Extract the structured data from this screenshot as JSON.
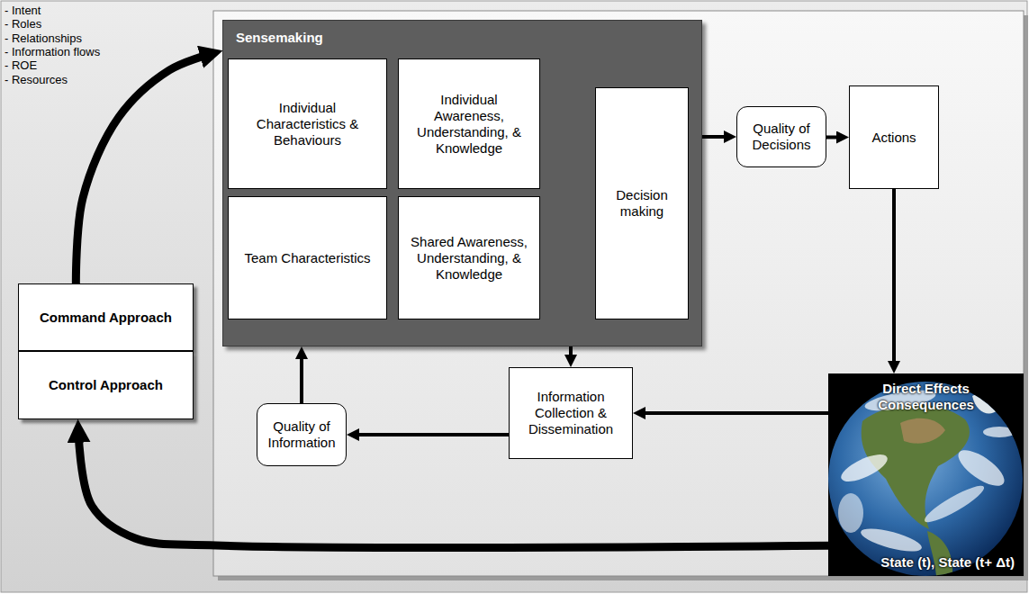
{
  "diagram": {
    "nodes": [
      {
        "text": [
          "Sensemaking"
        ]
      },
      {
        "text": [
          "Individual Characteristics & Behaviours"
        ],
        "in": 0
      },
      {
        "text": [
          "Individual Awareness, Understanding, & Knowledge"
        ],
        "in": 0
      },
      {
        "text": [
          "Team Characteristics"
        ],
        "in": 0
      },
      {
        "text": [
          "Shared Awareness, Understanding, & Knowledge"
        ],
        "in": 0
      },
      {
        "text": [
          "Decision making"
        ],
        "in": 0
      },
      {
        "text": [
          "Quality of Decisions"
        ]
      },
      {
        "text": [
          "Actions"
        ]
      },
      {
        "text": [
          "Direct Effects Consequences",
          "State (t), State (t+ Δt)"
        ]
      },
      {
        "text": [
          "Information Collection & Dissemination"
        ]
      },
      {
        "text": [
          "Quality of Information"
        ]
      },
      {
        "text": [
          "Command Approach"
        ]
      },
      {
        "text": [
          "Control Approach"
        ]
      }
    ],
    "edges": [
      {
        "from": 5,
        "to": 6,
        "arrow": "to"
      },
      {
        "from": 6,
        "to": 7,
        "arrow": "to"
      },
      {
        "from": 7,
        "to": 8,
        "arrow": "to"
      },
      {
        "from": 8,
        "to": 9,
        "arrow": "to"
      },
      {
        "from": 0,
        "to": 9,
        "arrow": "to"
      },
      {
        "from": 9,
        "to": 10,
        "arrow": "to"
      },
      {
        "from": 10,
        "to": 0,
        "arrow": "to"
      },
      {
        "from": 8,
        "to": 12,
        "arrow": "to"
      },
      {
        "from": 11,
        "to": 0,
        "arrow": "to"
      }
    ],
    "labels": [
      "- Intent",
      "- Roles",
      "- Relationships",
      "- Information flows",
      "- ROE",
      "- Resources"
    ]
  }
}
